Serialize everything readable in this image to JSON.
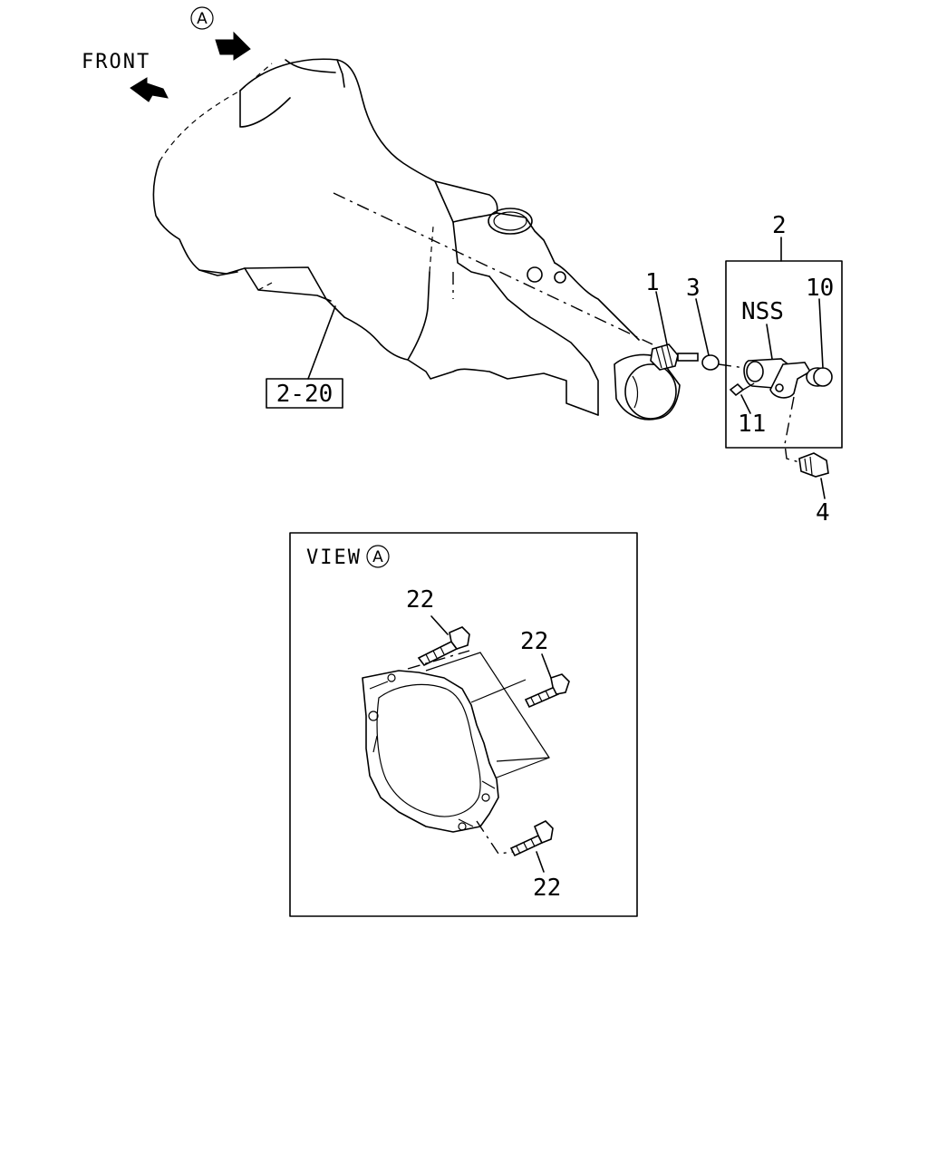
{
  "direction_label": "FRONT",
  "view_marker": "A",
  "reference_box": "2-20",
  "parts": {
    "p1": "1",
    "p2": "2",
    "p3": "3",
    "p4": "4",
    "p10": "10",
    "p11": "11",
    "nss": "NSS"
  },
  "view_panel": {
    "title": "VIEW",
    "marker": "A",
    "bolt_top": "22",
    "bolt_right": "22",
    "bolt_bottom": "22"
  }
}
